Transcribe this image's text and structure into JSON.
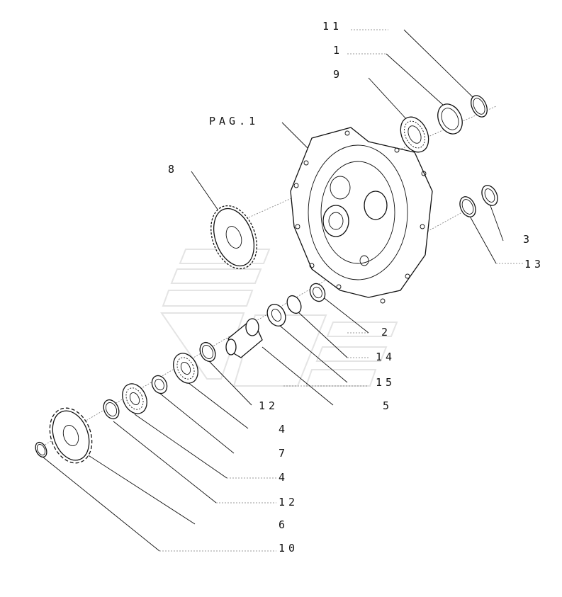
{
  "labels": {
    "l11": "11",
    "l1": "1",
    "l9": "9",
    "pag": "PAG.1",
    "l8": "8",
    "l3": "3",
    "l13": "13",
    "l2": "2",
    "l14": "14",
    "l15": "15",
    "l5": "5",
    "l12a": "12",
    "l4a": "4",
    "l7": "7",
    "l4b": "4",
    "l12b": "12",
    "l6": "6",
    "l10": "10"
  }
}
